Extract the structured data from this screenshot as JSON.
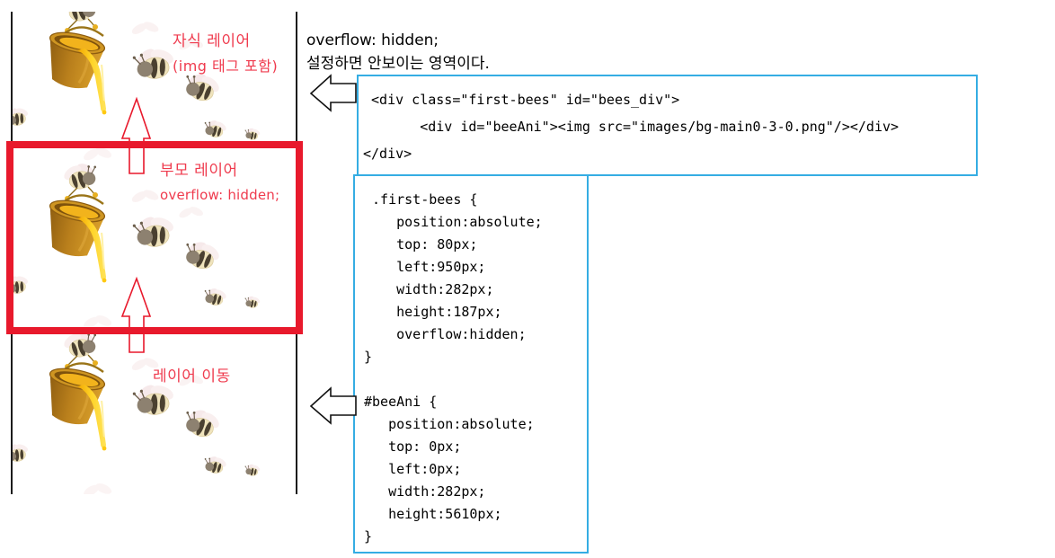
{
  "page": {
    "background": "#FFFFFF"
  },
  "colors": {
    "highlight_red": "#E8192C",
    "label_red": "#EF3B4E",
    "code_box_border": "#35ADE3",
    "text_black": "#000000",
    "honey_gold": "#FFC20E",
    "bucket_brown": "#B5791A",
    "bee_body_cream": "#EFE3BC",
    "bee_stripe_dark": "#4A4030",
    "wing_pink": "#F7E8E8"
  },
  "illustration": {
    "child_layer_label": "자식 레이어",
    "child_layer_sublabel": "(img 태그 포함)",
    "parent_layer_label": "부모 레이어",
    "parent_layer_sublabel": "overflow: hidden;",
    "layer_move_label": "레이어 이동"
  },
  "note": {
    "line1": "overflow: hidden;",
    "line2": "설정하면 안보이는 영역이다."
  },
  "html_code_box": {
    "lines": [
      " <div class=\"first-bees\" id=\"bees_div\">",
      "       <div id=\"beeAni\"><img src=\"images/bg-main0-3-0.png\"/></div>",
      "</div>"
    ]
  },
  "css_code_box": {
    "lines": [
      " .first-bees {",
      "    position:absolute;",
      "    top: 80px;",
      "    left:950px;",
      "    width:282px;",
      "    height:187px;",
      "    overflow:hidden;",
      "}",
      "",
      "#beeAni {",
      "   position:absolute;",
      "   top: 0px;",
      "   left:0px;",
      "   width:282px;",
      "   height:5610px;",
      "}"
    ]
  }
}
